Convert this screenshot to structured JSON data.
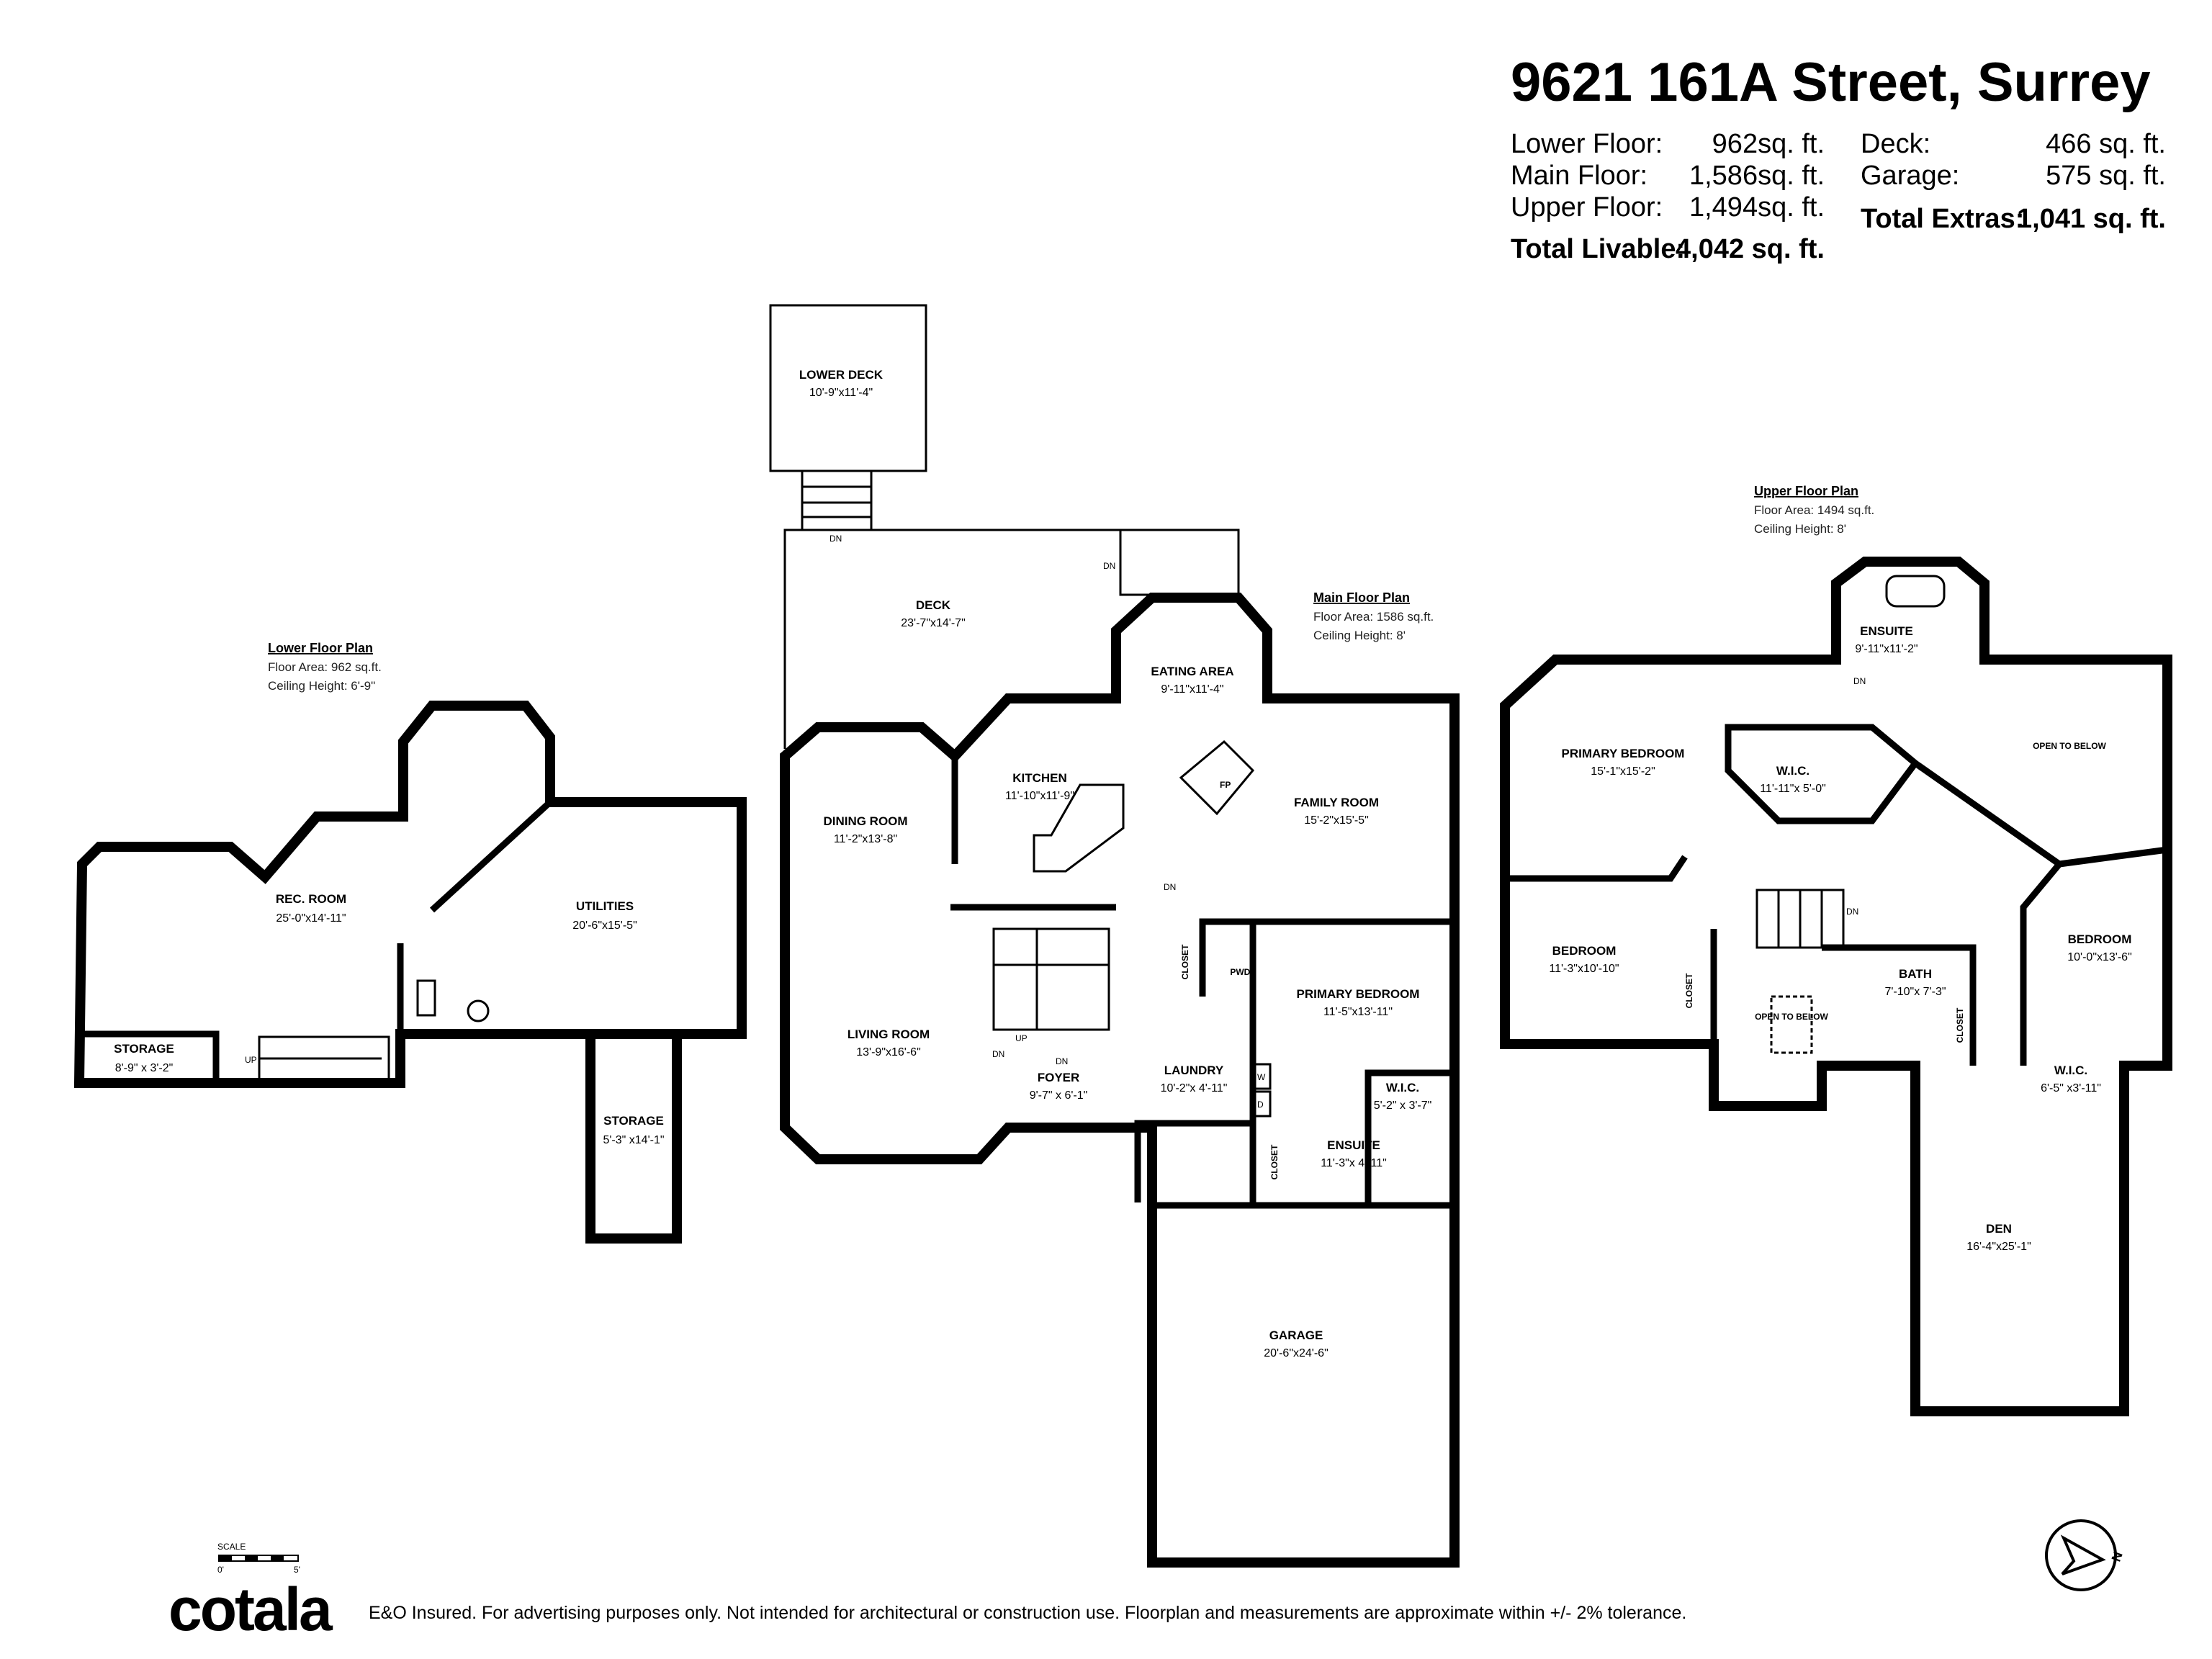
{
  "header": {
    "title": "9621 161A Street, Surrey",
    "stats": [
      {
        "label": "Lower Floor:",
        "value": "962sq. ft."
      },
      {
        "label": "Main Floor:",
        "value": "1,586sq. ft."
      },
      {
        "label": "Upper Floor:",
        "value": "1,494sq. ft."
      }
    ],
    "extras": [
      {
        "label": "Deck:",
        "value": "466 sq. ft."
      },
      {
        "label": "Garage:",
        "value": "575 sq. ft."
      }
    ],
    "total_livable_label": "Total Livable:",
    "total_livable_value": "4,042 sq. ft.",
    "total_extras_label": "Total Extras:",
    "total_extras_value": "1,041 sq. ft."
  },
  "lower_floor": {
    "heading": "Lower Floor Plan",
    "area": "Floor Area: 962 sq.ft.",
    "ceiling": "Ceiling Height: 6'-9\"",
    "rooms": [
      {
        "name": "REC. ROOM",
        "dims": "25'-0\"x14'-11\""
      },
      {
        "name": "UTILITIES",
        "dims": "20'-6\"x15'-5\""
      },
      {
        "name": "STORAGE",
        "dims": "8'-9\" x 3'-2\""
      },
      {
        "name": "STORAGE",
        "dims": "5'-3\" x14'-1\""
      }
    ],
    "stair_label": "UP"
  },
  "main_floor": {
    "heading": "Main Floor Plan",
    "area": "Floor Area: 1586 sq.ft.",
    "ceiling": "Ceiling Height: 8'",
    "rooms": [
      {
        "name": "LOWER DECK",
        "dims": "10'-9\"x11'-4\""
      },
      {
        "name": "DECK",
        "dims": "23'-7\"x14'-7\""
      },
      {
        "name": "EATING AREA",
        "dims": "9'-11\"x11'-4\""
      },
      {
        "name": "KITCHEN",
        "dims": "11'-10\"x11'-9\""
      },
      {
        "name": "DINING ROOM",
        "dims": "11'-2\"x13'-8\""
      },
      {
        "name": "FAMILY ROOM",
        "dims": "15'-2\"x15'-5\""
      },
      {
        "name": "LIVING ROOM",
        "dims": "13'-9\"x16'-6\""
      },
      {
        "name": "FOYER",
        "dims": "9'-7\" x 6'-1\""
      },
      {
        "name": "LAUNDRY",
        "dims": "10'-2\"x 4'-11\""
      },
      {
        "name": "PRIMARY BEDROOM",
        "dims": "11'-5\"x13'-11\""
      },
      {
        "name": "W.I.C.",
        "dims": "5'-2\" x 3'-7\""
      },
      {
        "name": "ENSUITE",
        "dims": "11'-3\"x 4'-11\""
      },
      {
        "name": "GARAGE",
        "dims": "20'-6\"x24'-6\""
      }
    ],
    "labels": {
      "pwd": "PWD.",
      "closet": "CLOSET",
      "fp": "FP",
      "dn": "DN",
      "up": "UP",
      "washer": "W",
      "dryer": "D"
    }
  },
  "upper_floor": {
    "heading": "Upper Floor Plan",
    "area": "Floor Area: 1494 sq.ft.",
    "ceiling": "Ceiling Height: 8'",
    "rooms": [
      {
        "name": "ENSUITE",
        "dims": "9'-11\"x11'-2\""
      },
      {
        "name": "PRIMARY BEDROOM",
        "dims": "15'-1\"x15'-2\""
      },
      {
        "name": "W.I.C.",
        "dims": "11'-11\"x 5'-0\""
      },
      {
        "name": "BEDROOM",
        "dims": "11'-3\"x10'-10\""
      },
      {
        "name": "BEDROOM",
        "dims": "10'-0\"x13'-6\""
      },
      {
        "name": "BATH",
        "dims": "7'-10\"x 7'-3\""
      },
      {
        "name": "W.I.C.",
        "dims": "6'-5\" x3'-11\""
      },
      {
        "name": "DEN",
        "dims": "16'-4\"x25'-1\""
      }
    ],
    "open_to_below": "OPEN TO BELOW",
    "closet": "CLOSET",
    "dn": "DN"
  },
  "footer": {
    "logo": "cotala",
    "disclaimer": "E&O Insured. For advertising purposes only. Not intended for architectural or construction use. Floorplan and measurements are approximate within +/- 2% tolerance.",
    "scale_label": "SCALE",
    "scale_start": "0'",
    "scale_end": "5'",
    "compass_label": "N"
  }
}
